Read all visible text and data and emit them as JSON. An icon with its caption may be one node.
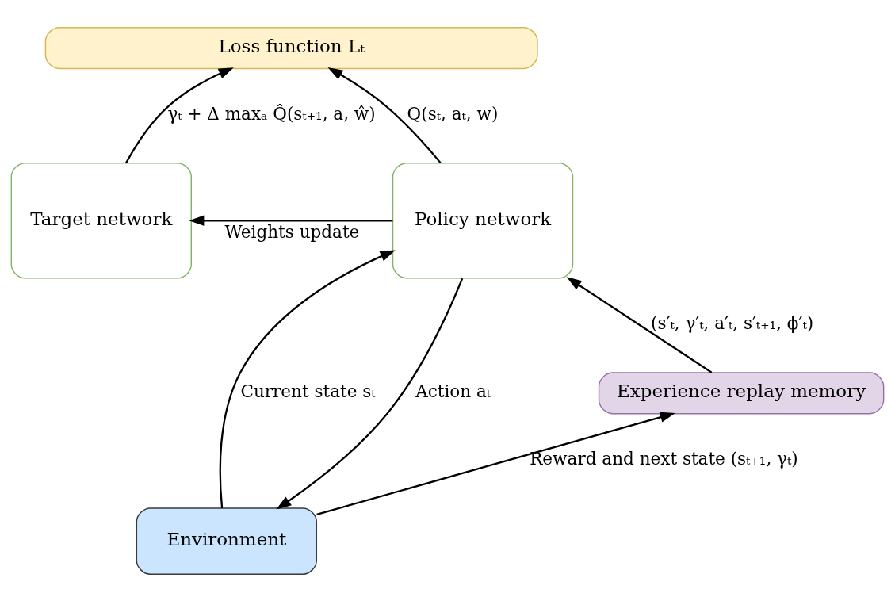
{
  "diagram": {
    "nodes": [
      {
        "text": [
          "Loss function Lₜ"
        ]
      },
      {
        "text": [
          "Target network"
        ]
      },
      {
        "text": [
          "Policy network"
        ]
      },
      {
        "text": [
          "Experience replay memory"
        ]
      },
      {
        "text": [
          "Environment"
        ]
      }
    ],
    "edges": [
      {
        "from": 1,
        "to": 0,
        "arrow": "to",
        "label": "γₜ + Δ maxₐ Q̂(sₜ₊₁, a, ŵ)"
      },
      {
        "from": 2,
        "to": 0,
        "arrow": "to",
        "label": "Q(sₜ, aₜ, w)"
      },
      {
        "from": 2,
        "to": 1,
        "arrow": "to",
        "label": "Weights update"
      },
      {
        "from": 3,
        "to": 2,
        "arrow": "to",
        "label": "(s′ₜ, γ′ₜ, a′ₜ, s′ₜ₊₁, ϕ′ₜ)"
      },
      {
        "from": 4,
        "to": 3,
        "arrow": "to",
        "label": "Reward and next state (sₜ₊₁, γₜ)"
      },
      {
        "from": 4,
        "to": 2,
        "arrow": "to",
        "label": "Current state sₜ"
      },
      {
        "from": 2,
        "to": 4,
        "arrow": "to",
        "label": "Action aₜ"
      }
    ]
  }
}
